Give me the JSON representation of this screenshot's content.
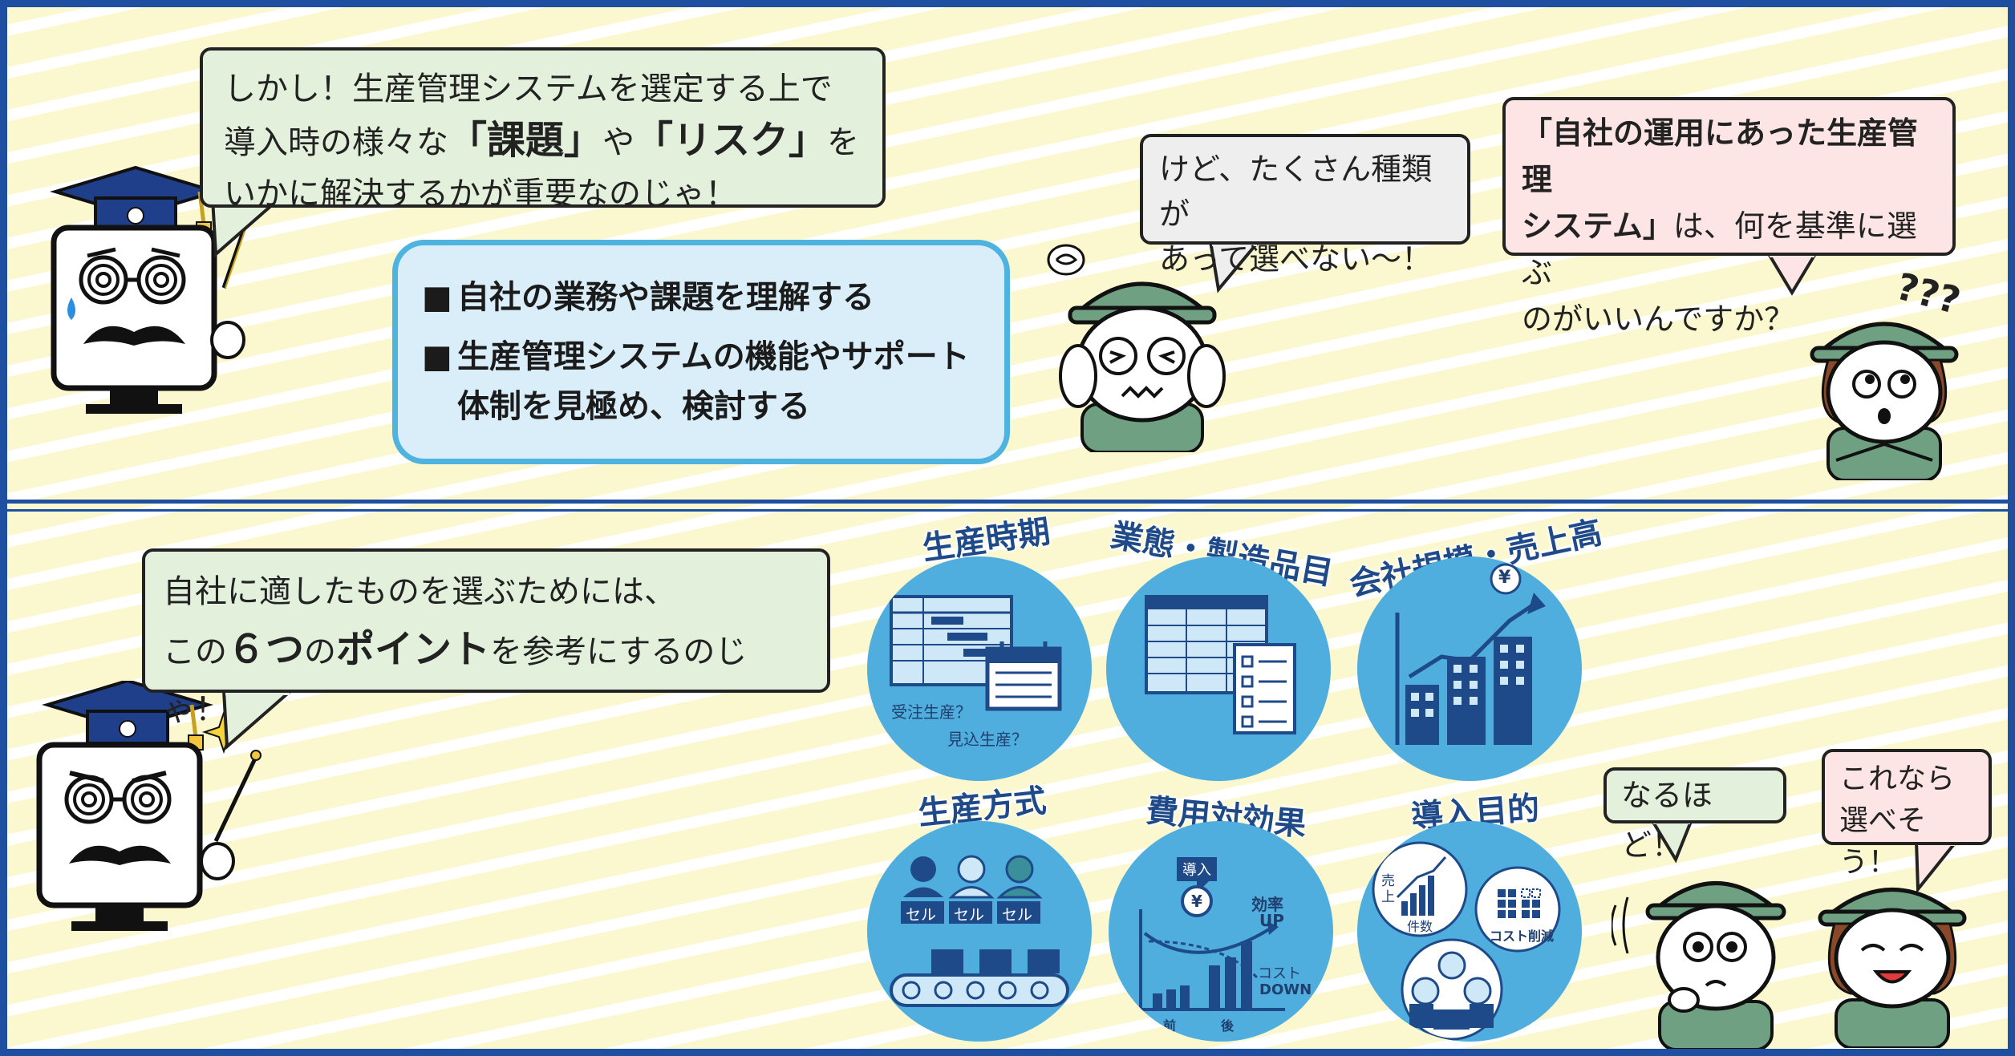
{
  "top": {
    "professor_bubble": {
      "line1": "しかし！生産管理システムを選定する上で",
      "line2_pre": "導入時の様々な",
      "kadai": "「課題」",
      "ya": "や",
      "risk": "「リスク」",
      "wo": "を",
      "line3": "いかに解決するかが重要なのじゃ！"
    },
    "points": {
      "item1_mark": "■",
      "item1": "自社の業務や課題を理解する",
      "item2_mark": "■",
      "item2a": "生産管理システムの機能やサポート",
      "item2b": "体制を見極め、検討する"
    },
    "worker_bubble": {
      "line1": "けど、たくさん種類が",
      "line2": "あって選べない〜！"
    },
    "question_bubble": {
      "line1_bold": "「自社の運用にあった生産管理",
      "line2_bold": "システム」",
      "line2_rest": "は、何を基準に選ぶ",
      "line3": "のがいいんですか？"
    },
    "question_marks": "???"
  },
  "bottom": {
    "professor_bubble": {
      "line1": "自社に適したものを選ぶためには、",
      "line2_pre": "この",
      "six": "６つ",
      "no": "の",
      "point": "ポイント",
      "line2_post": "を参考にするのじゃ！"
    },
    "circles": [
      {
        "title": "生産時期",
        "label1": "受注生産？",
        "label2": "見込生産？"
      },
      {
        "title": "業態・製造品目"
      },
      {
        "title": "会社規模・売上高",
        "yen": "¥"
      },
      {
        "title": "生産方式",
        "cell": "セル"
      },
      {
        "title": "費用対効果",
        "donyu": "導入",
        "yen": "¥",
        "up1": "効率",
        "up2": "UP",
        "cost": "コスト",
        "down": "DOWN",
        "before": "前",
        "after": "後"
      },
      {
        "title": "導入目的",
        "uri1": "売",
        "uri2": "上",
        "kensu": "件数",
        "cost": "コスト削減"
      }
    ],
    "bubble_naruhodo": "なるほど！",
    "bubble_erabe": {
      "line1": "これなら",
      "line2": "選べそう！"
    }
  },
  "colors": {
    "frame": "#1f4fa0",
    "circle": "#4faede",
    "title": "#1f4a8a",
    "green_bubble": "#e3f1dc",
    "pink_bubble": "#fde5e6",
    "points_border": "#4fb3e0"
  }
}
